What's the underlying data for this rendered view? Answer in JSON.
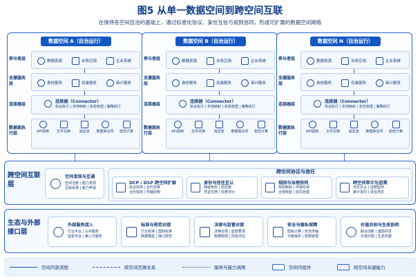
{
  "title": "图5 从单一数据空间到跨空间互联",
  "subtitle": "在保持各空间自治的基础上，通过标准化协议、身份互信与规则协同，形成可扩展的数据空间网络",
  "spaces": [
    {
      "name": "数据空间 A（自治运行）"
    },
    {
      "name": "数据空间 B（自治运行）"
    },
    {
      "name": "数据空间 N（自治运行）"
    }
  ],
  "layer_labels": {
    "participants": "参与者层",
    "support": "支撑服务层",
    "connector": "连接器层",
    "execution": "数据面执行层"
  },
  "participants": [
    "数据资源",
    "业务应用",
    "企业系统"
  ],
  "support": [
    "身份服务",
    "目录服务",
    "审计服务"
  ],
  "connector": {
    "title": "连接器（Connector）",
    "sub": "协议执行 | 本地映射 | 状态管理 | 策略执行"
  },
  "execution": [
    "API调用",
    "文件交换",
    "消息流",
    "数据库访问",
    "密控计算"
  ],
  "interlayer": {
    "label": "跨空间互联层",
    "left_title": "空间发现与互通",
    "left_sub": [
      "空间注册 | 能力发现",
      "互联目录 | 能力申请"
    ],
    "protocol_title": "跨空间协议与信任",
    "items": [
      {
        "title": "DCP / DSP 跨空间扩展",
        "sub": [
          "协议协商 | 合约交换",
          "合约协商 | 传输控制"
        ]
      },
      {
        "title": "身份与信任互认",
        "sub": [
          "跨域身份 | 信任链",
          "凭证交换 | 信誉评价"
        ]
      },
      {
        "title": "规则与治理协同",
        "sub": [
          "规则映射 | 冲突检测",
          "合规校验 | 协同治理"
        ]
      },
      {
        "title": "跨空间审计与追溯",
        "sub": [
          "日志互认 | 证据留存",
          "审计协同 | 责任界定"
        ]
      }
    ]
  },
  "ecolayer": {
    "label": "生态与外部接口层",
    "items": [
      {
        "title": "外部服务接入",
        "sub": [
          "行业平台 | 公共服务",
          "监管平台 | 第三方服务"
        ]
      },
      {
        "title": "标准与规范对接",
        "sub": [
          "行业标准 | 国际标准",
          "数据模型 | 接口规范"
        ]
      },
      {
        "title": "法律与监管对接",
        "sub": [
          "法律合规 | 监管要求",
          "数据跨境 | 风险评估"
        ]
      },
      {
        "title": "安全与隐私保障",
        "sub": [
          "隐私计算 | 安全传输",
          "分级保护 | 密钥管理"
        ]
      },
      {
        "title": "价值共创与生态协同",
        "sub": [
          "联合创新 | 激励共享",
          "价值分配 | 生态共建"
        ]
      }
    ]
  },
  "legend": {
    "items": [
      "空间内部流程",
      "跨空间互联关系",
      "服务与能力调用",
      "空间内组件",
      "跨空间关键能力"
    ]
  },
  "colors": {
    "primary": "#1457c2",
    "border": "#2a67c9",
    "text": "#123a78",
    "panel": "#f4f8ff"
  }
}
